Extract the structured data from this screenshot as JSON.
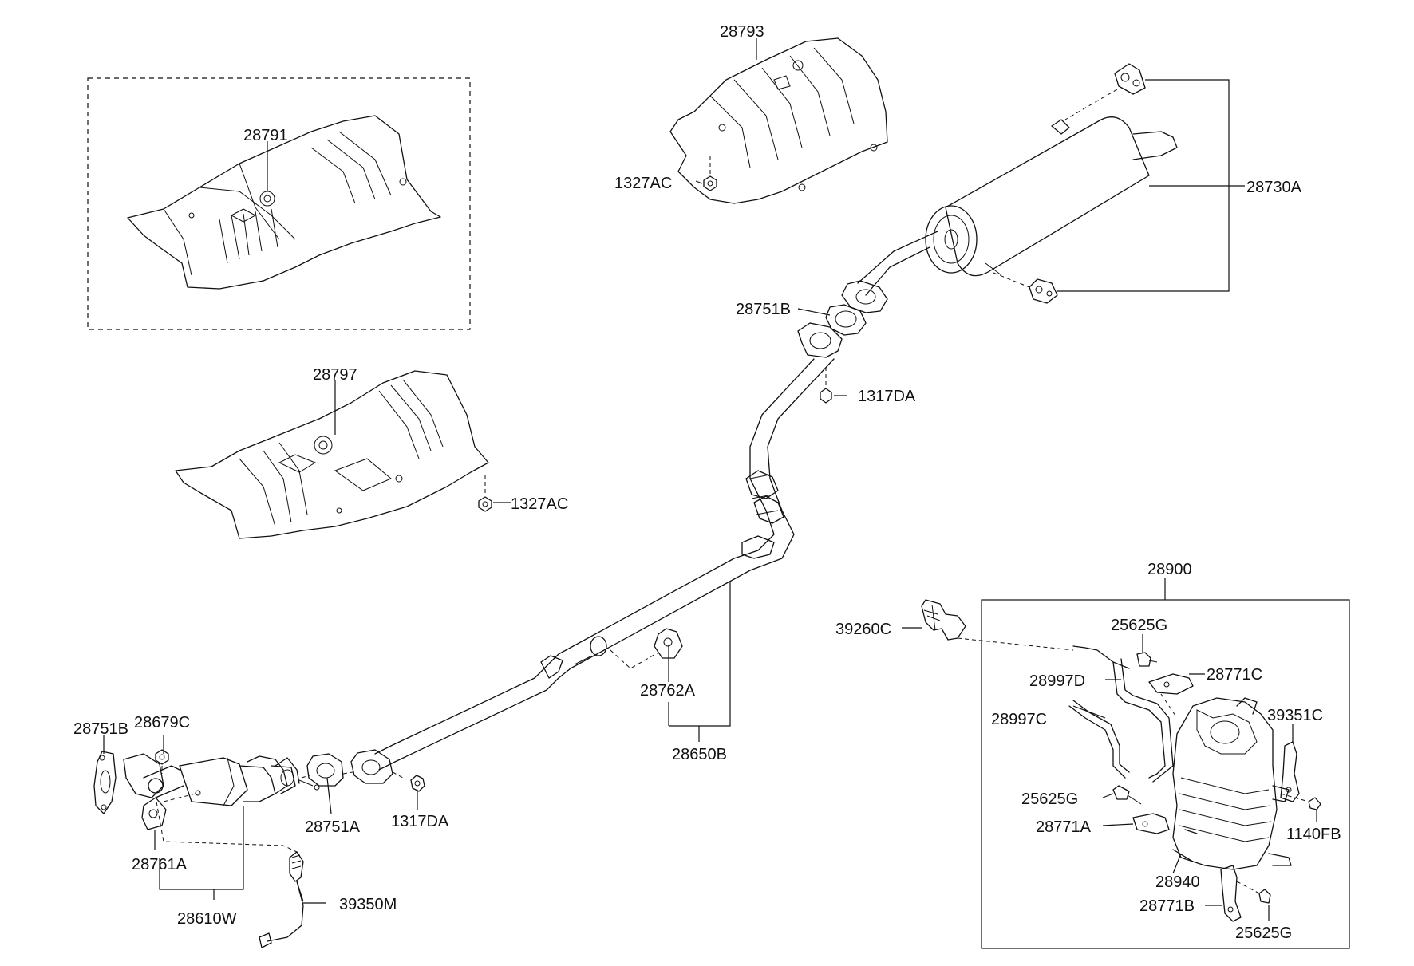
{
  "diagram": {
    "labels": {
      "p28791": "28791",
      "p28797": "28797",
      "p1327ac_a": "1327AC",
      "p28793": "28793",
      "p1327ac_b": "1327AC",
      "p28730a": "28730A",
      "p28751b_top": "28751B",
      "p1317da_top": "1317DA",
      "p28762a": "28762A",
      "p28650b": "28650B",
      "p28751b_left": "28751B",
      "p28679c": "28679C",
      "p28761a": "28761A",
      "p28610w": "28610W",
      "p39350m": "39350M",
      "p28751a": "28751A",
      "p1317da_bot": "1317DA",
      "p28900": "28900",
      "p39260c": "39260C",
      "p25625g_top": "25625G",
      "p28997d": "28997D",
      "p28771c": "28771C",
      "p28997c": "28997C",
      "p39351c": "39351C",
      "p25625g_mid": "25625G",
      "p28771a": "28771A",
      "p1140fb": "1140FB",
      "p28940": "28940",
      "p28771b": "28771B",
      "p25625g_bot": "25625G"
    }
  }
}
